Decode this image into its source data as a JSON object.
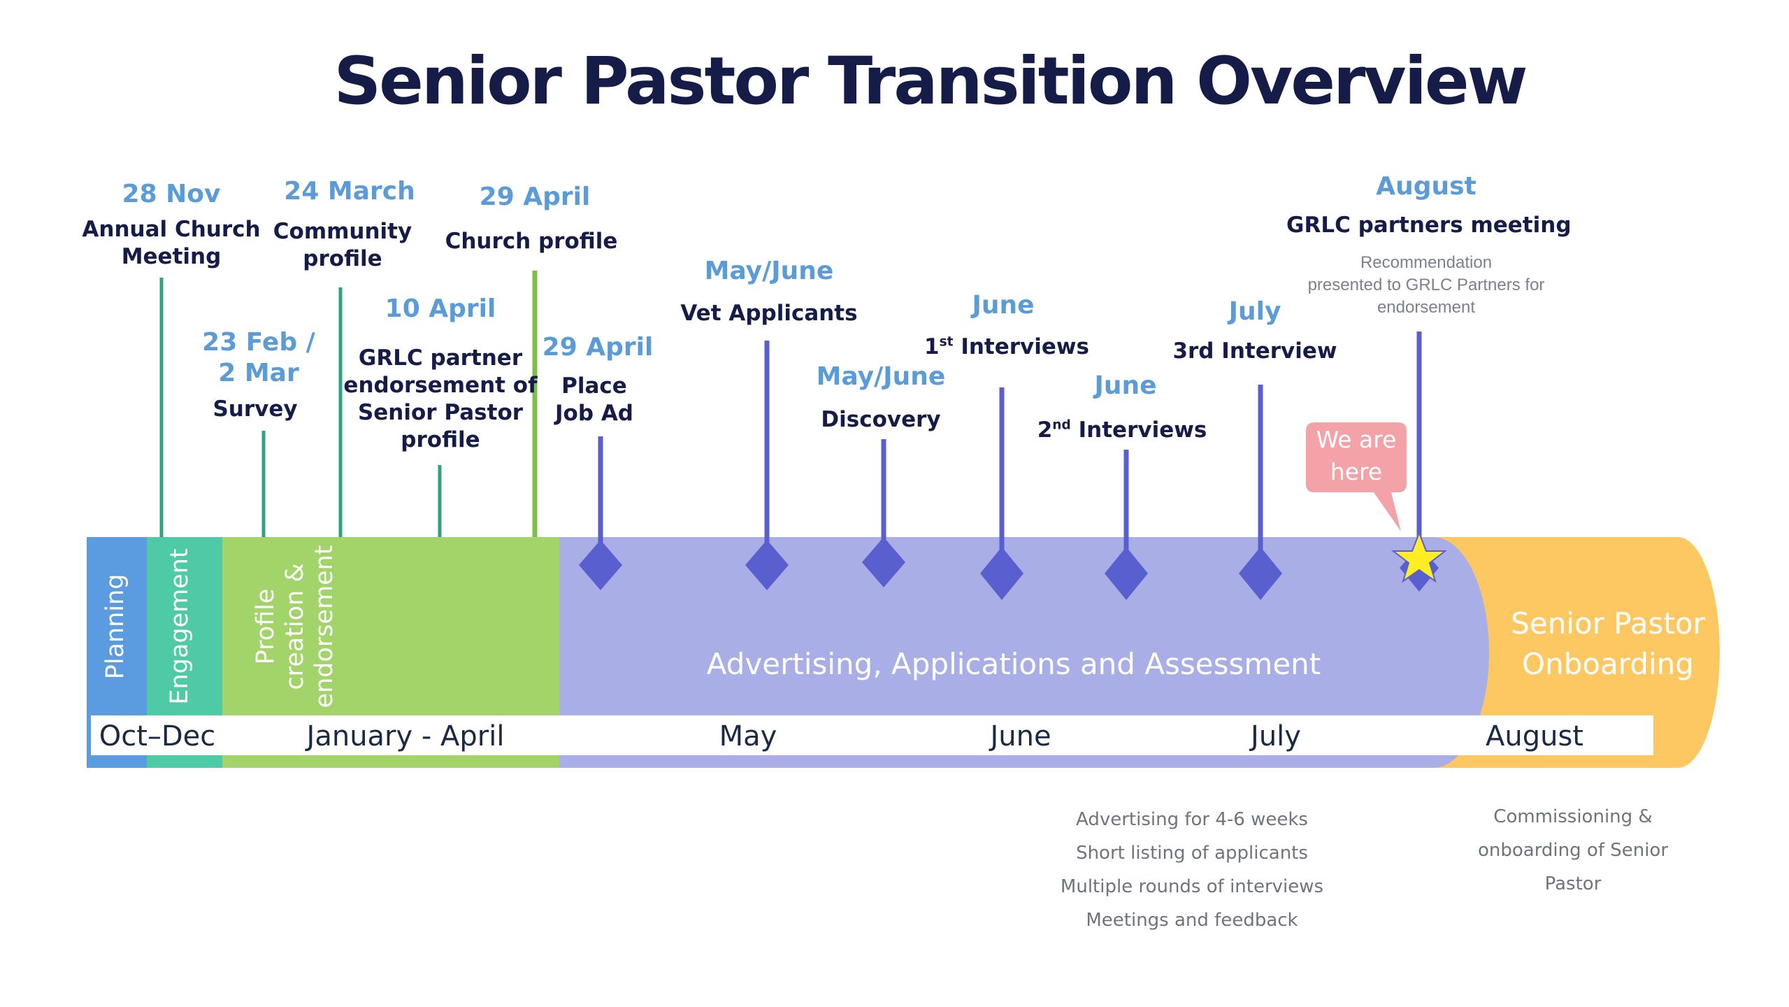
{
  "title": "Senior Pastor Transition Overview",
  "phases": {
    "planning": "Planning",
    "engagement": "Engagement",
    "profile_line1": "Profile",
    "profile_line2": "creation &",
    "profile_line3": "endorsement",
    "advertising": "Advertising, Applications and Assessment",
    "onboarding_line1": "Senior Pastor",
    "onboarding_line2": "Onboarding"
  },
  "months": {
    "oct_dec": "Oct–Dec",
    "jan_apr": "January - April",
    "may": "May",
    "june": "June",
    "july": "July",
    "august": "August"
  },
  "milestones": {
    "m1": {
      "date": "28 Nov",
      "label_line1": "Annual Church",
      "label_line2": "Meeting"
    },
    "m2": {
      "date_line1": "23 Feb /",
      "date_line2": "2 Mar",
      "label": "Survey"
    },
    "m3": {
      "date": "24 March",
      "label_line1": "Community",
      "label_line2": "profile"
    },
    "m4": {
      "date": "10 April",
      "label_line1": "GRLC partner",
      "label_line2": "endorsement of",
      "label_line3": "Senior Pastor",
      "label_line4": "profile"
    },
    "m5": {
      "date": "29 April",
      "label": "Church profile"
    },
    "m6": {
      "date": "29 April",
      "label_line1": "Place",
      "label_line2": "Job Ad"
    },
    "m7": {
      "date": "May/June",
      "label": "Vet Applicants"
    },
    "m8": {
      "date": "May/June",
      "label": "Discovery"
    },
    "m9": {
      "date": "June",
      "label_num": "1",
      "label_sup": "st",
      "label_rest": " Interviews"
    },
    "m10": {
      "date": "June",
      "label_num": "2",
      "label_sup": "nd",
      "label_rest": " Interviews"
    },
    "m11": {
      "date": "July",
      "label": "3rd Interview"
    },
    "m12": {
      "date": "August",
      "label": "GRLC partners meeting",
      "note_line1": "Recommendation",
      "note_line2": "presented to GRLC Partners for",
      "note_line3": "endorsement"
    }
  },
  "callout": {
    "line1": "We are",
    "line2": "here"
  },
  "advertising_notes": [
    "Advertising for 4-6 weeks",
    "Short listing of applicants",
    "Multiple rounds of interviews",
    "Meetings and feedback"
  ],
  "onboarding_notes": [
    "Commissioning &",
    "onboarding of Senior",
    "Pastor"
  ],
  "colors": {
    "planning": "#5b9be0",
    "engagement": "#4ecaa6",
    "profile": "#a2d46a",
    "advertising": "#aaaee6",
    "onboarding": "#fdc862",
    "marker": "#5a5fcf",
    "teal_line": "#2fa283",
    "green_line": "#7cc049",
    "callout": "#f3a3a8",
    "star": "#ffee22"
  },
  "icons": {
    "current_position": "star-icon",
    "milestone_marker": "diamond-icon"
  }
}
